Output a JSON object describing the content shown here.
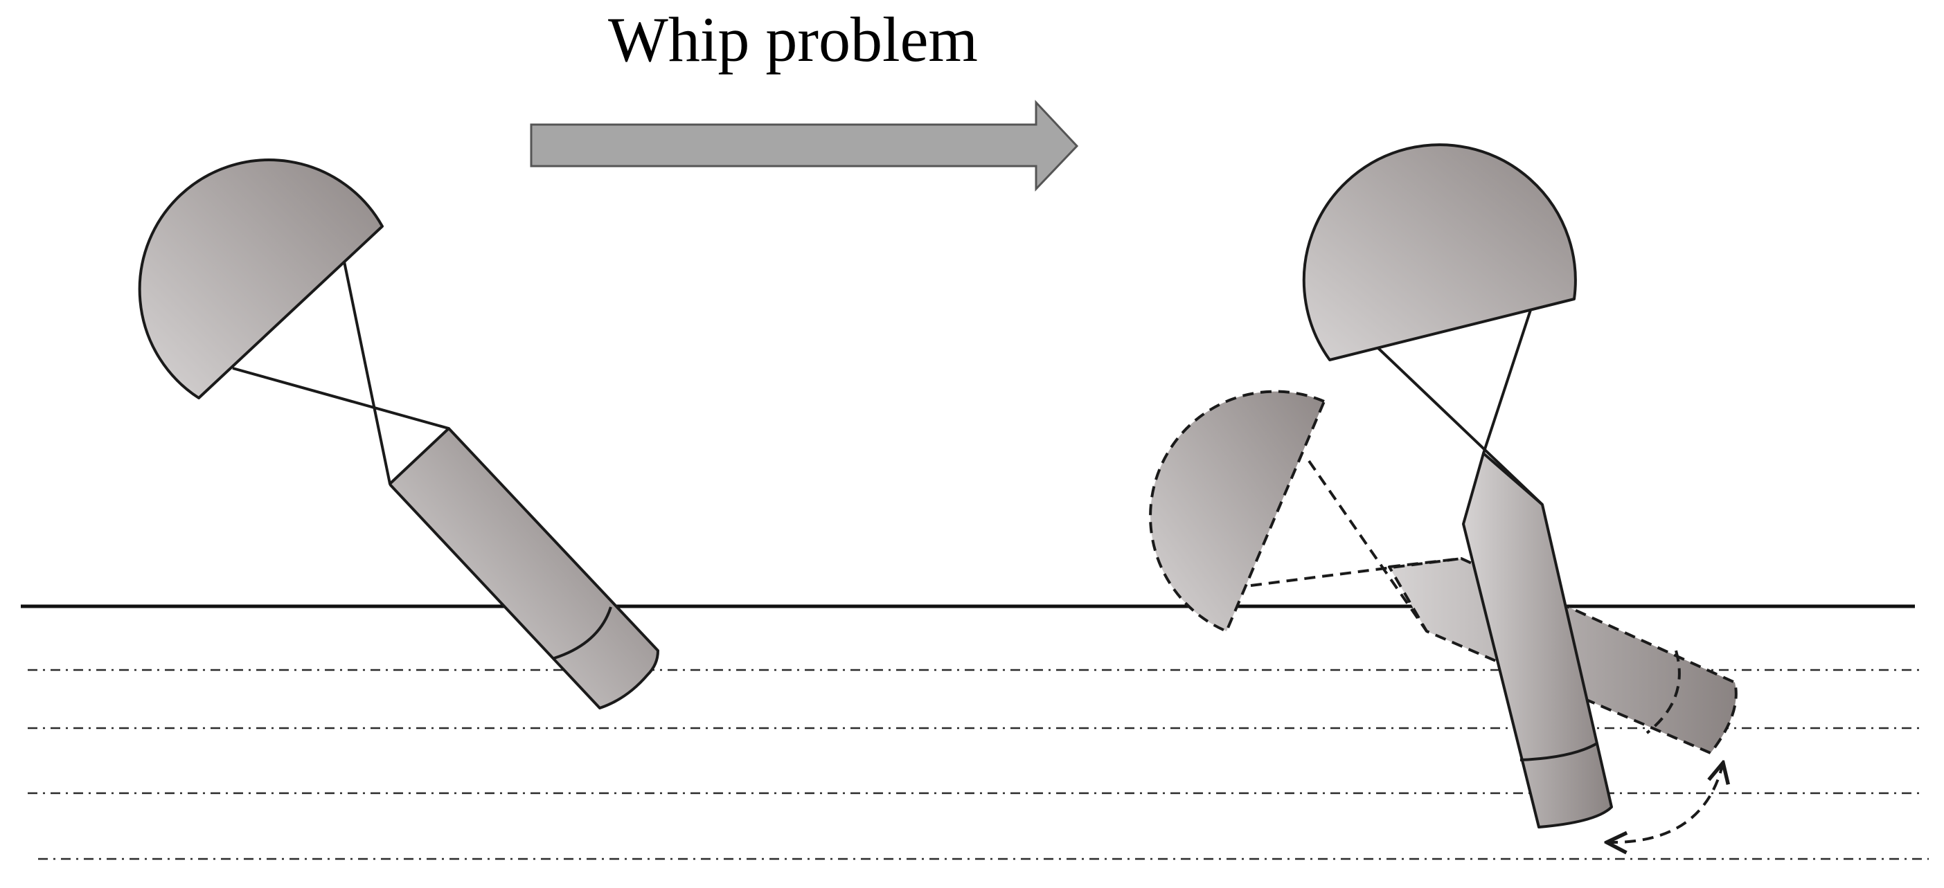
{
  "title": "Whip problem",
  "colors": {
    "body_light": "#d6d3d3",
    "body_dark": "#8f8887",
    "arrow_fill": "#a6a6a6",
    "arrow_stroke": "#555555",
    "outline": "#1a1a1a"
  },
  "icons": {
    "transition_arrow": "right-arrow",
    "rotation_indicator": "curved-double-arrow"
  }
}
